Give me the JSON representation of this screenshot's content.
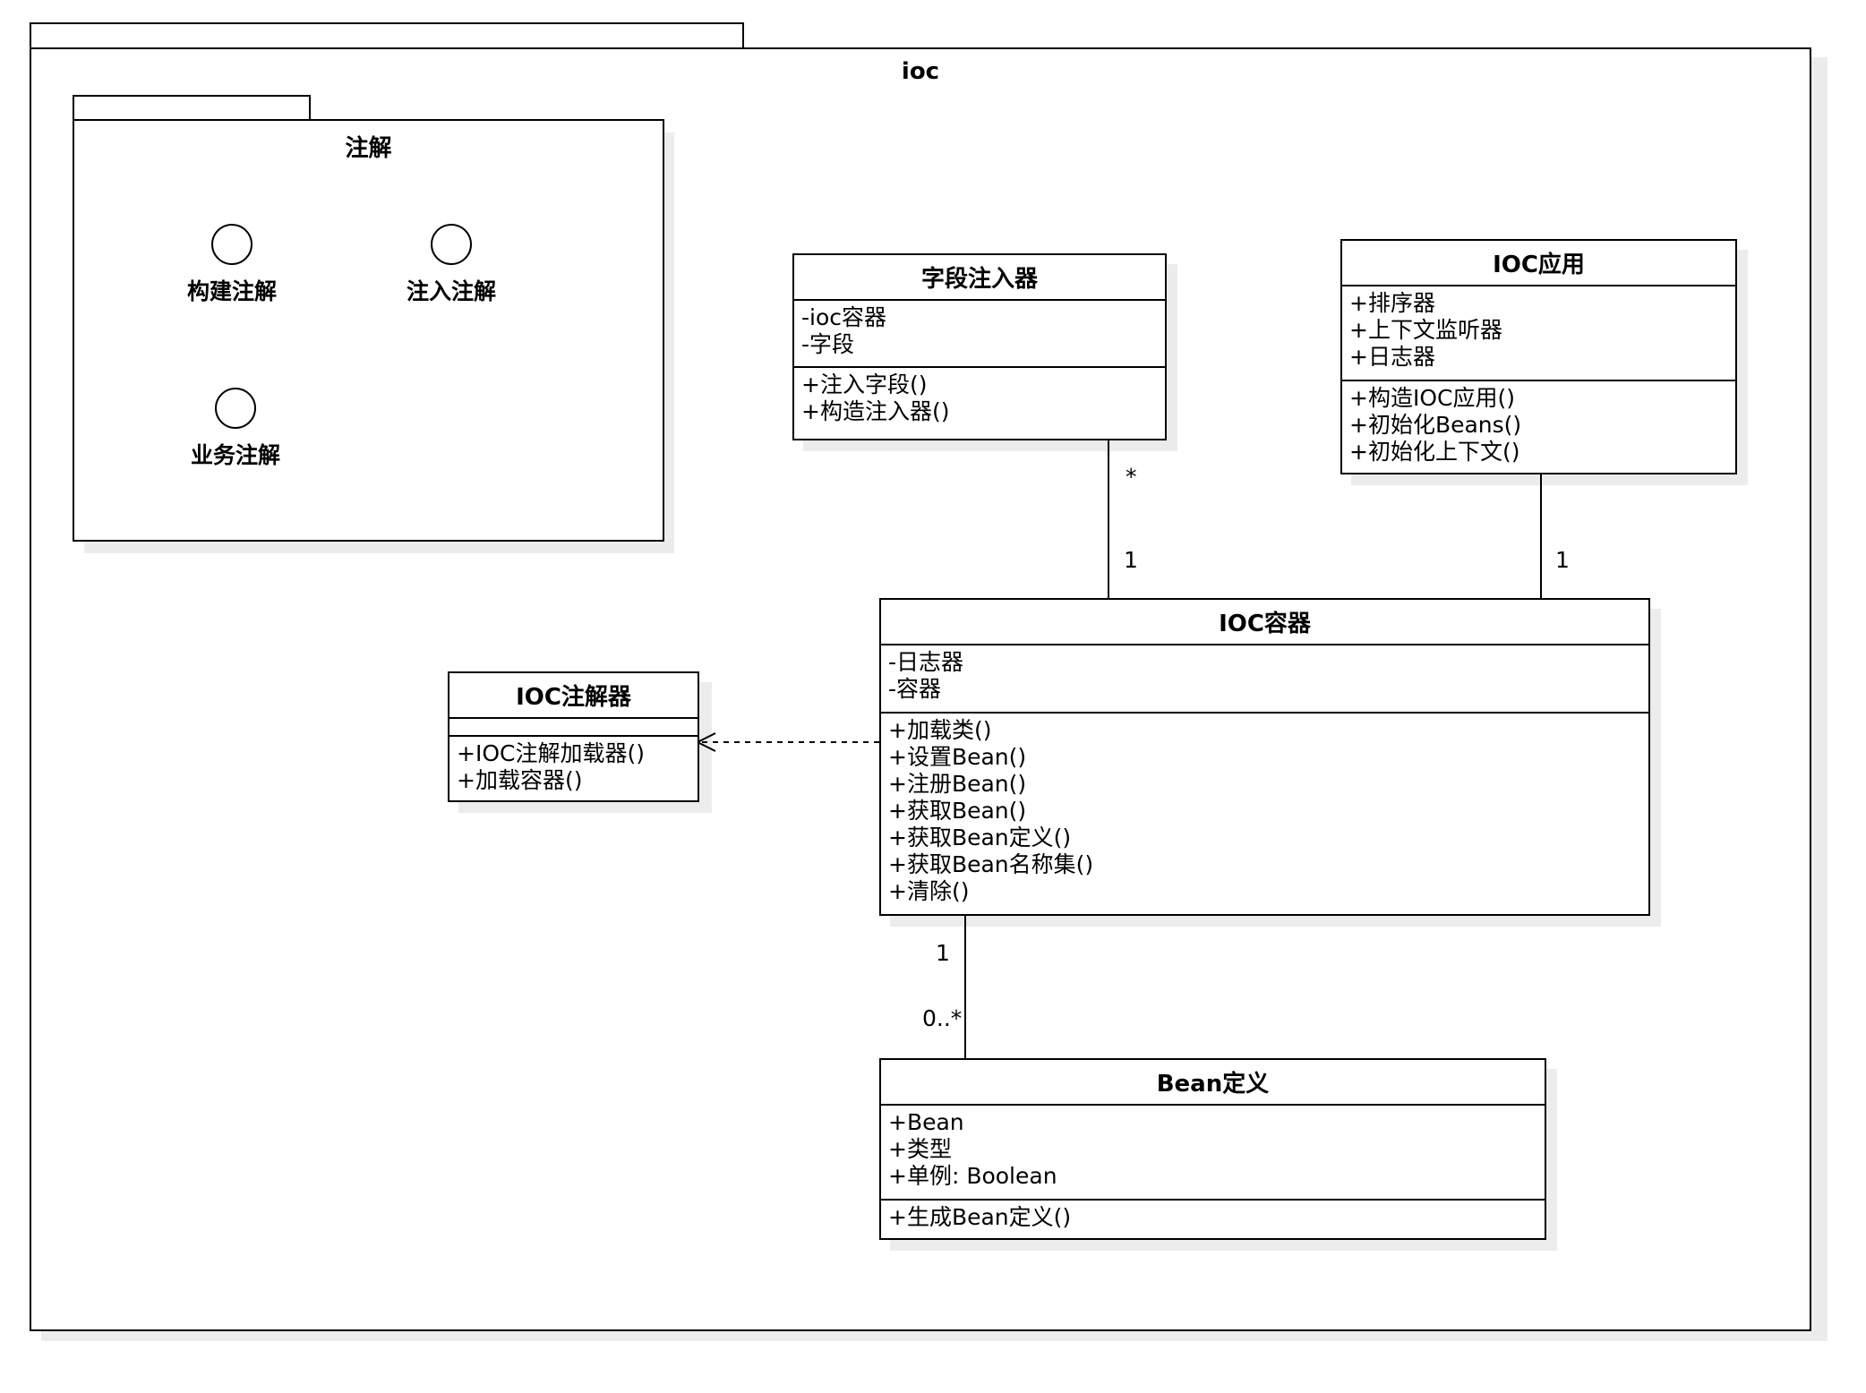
{
  "package": {
    "name": "ioc",
    "subpackage": {
      "name": "注解",
      "interfaces": [
        "构建注解",
        "注入注解",
        "业务注解"
      ]
    }
  },
  "classes": {
    "field_injector": {
      "name": "字段注入器",
      "attributes": [
        "-ioc容器",
        "-字段"
      ],
      "operations": [
        "+注入字段()",
        "+构造注入器()"
      ]
    },
    "ioc_application": {
      "name": "IOC应用",
      "attributes": [
        "+排序器",
        "+上下文监听器",
        "+日志器"
      ],
      "operations": [
        "+构造IOC应用()",
        "+初始化Beans()",
        "+初始化上下文()"
      ]
    },
    "ioc_container": {
      "name": "IOC容器",
      "attributes": [
        "-日志器",
        "-容器"
      ],
      "operations": [
        "+加载类()",
        "+设置Bean()",
        "+注册Bean()",
        "+获取Bean()",
        "+获取Bean定义()",
        "+获取Bean名称集()",
        "+清除()"
      ]
    },
    "ioc_annotator": {
      "name": "IOC注解器",
      "attributes": [],
      "operations": [
        "+IOC注解加载器()",
        "+加载容器()"
      ]
    },
    "bean_definition": {
      "name": "Bean定义",
      "attributes": [
        "+Bean",
        "+类型",
        "+单例: Boolean"
      ],
      "operations": [
        "+生成Bean定义()"
      ]
    }
  },
  "associations": {
    "injector_container": {
      "source_mult": "*",
      "target_mult": "1"
    },
    "application_container": {
      "target_mult": "1"
    },
    "container_bean": {
      "source_mult": "1",
      "target_mult": "0..*"
    }
  }
}
